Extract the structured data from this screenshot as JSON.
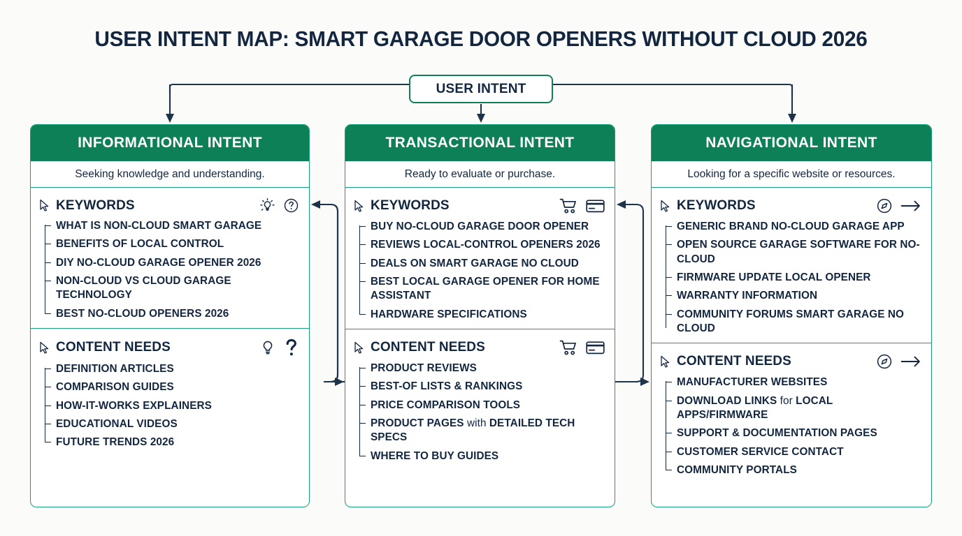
{
  "page": {
    "title": "USER INTENT MAP: SMART GARAGE DOOR OPENERS WITHOUT CLOUD 2026",
    "root_node": "USER INTENT",
    "colors": {
      "header_green": "#0e8057",
      "border_green": "#16a07a",
      "text_navy": "#12263f",
      "background": "#fbfbfa"
    }
  },
  "columns": [
    {
      "header": "INFORMATIONAL INTENT",
      "subtitle": "Seeking knowledge and understanding.",
      "sections": [
        {
          "title": "KEYWORDS",
          "icons": [
            "cursor-icon",
            "lightbulb-icon",
            "question-circle-icon"
          ],
          "items": [
            "WHAT IS NON-CLOUD SMART GARAGE",
            "BENEFITS OF LOCAL CONTROL",
            "DIY NO-CLOUD GARAGE OPENER 2026",
            "NON-CLOUD VS CLOUD GARAGE TECHNOLOGY",
            "BEST NO-CLOUD OPENERS 2026"
          ]
        },
        {
          "title": "CONTENT NEEDS",
          "icons": [
            "cursor-icon",
            "lightbulb-icon",
            "question-mark-icon"
          ],
          "items": [
            "DEFINITION ARTICLES",
            "COMPARISON GUIDES",
            "HOW-IT-WORKS EXPLAINERS",
            "EDUCATIONAL VIDEOS",
            "FUTURE TRENDS 2026"
          ]
        }
      ]
    },
    {
      "header": "TRANSACTIONAL INTENT",
      "subtitle": "Ready to evaluate or purchase.",
      "sections": [
        {
          "title": "KEYWORDS",
          "icons": [
            "cursor-icon",
            "shopping-cart-icon",
            "credit-card-icon"
          ],
          "items": [
            "BUY NO-CLOUD GARAGE DOOR OPENER",
            "REVIEWS LOCAL-CONTROL OPENERS 2026",
            "DEALS ON SMART GARAGE NO CLOUD",
            "BEST LOCAL GARAGE OPENER FOR HOME ASSISTANT",
            "HARDWARE SPECIFICATIONS"
          ]
        },
        {
          "title": "CONTENT NEEDS",
          "icons": [
            "cursor-icon",
            "shopping-cart-icon",
            "credit-card-icon"
          ],
          "items": [
            "PRODUCT REVIEWS",
            "BEST-OF LISTS & RANKINGS",
            "PRICE COMPARISON TOOLS",
            "PRODUCT PAGES with DETAILED TECH SPECS",
            "WHERE TO BUY GUIDES"
          ]
        }
      ]
    },
    {
      "header": "NAVIGATIONAL INTENT",
      "subtitle": "Looking for a specific website or resources.",
      "sections": [
        {
          "title": "KEYWORDS",
          "icons": [
            "cursor-icon",
            "compass-icon",
            "arrow-right-icon"
          ],
          "items": [
            "GENERIC BRAND NO-CLOUD GARAGE APP",
            "OPEN SOURCE GARAGE SOFTWARE FOR NO-CLOUD",
            "FIRMWARE UPDATE LOCAL OPENER",
            "WARRANTY INFORMATION",
            "COMMUNITY FORUMS SMART GARAGE NO CLOUD"
          ]
        },
        {
          "title": "CONTENT NEEDS",
          "icons": [
            "cursor-icon",
            "compass-icon",
            "arrow-right-icon"
          ],
          "items": [
            "MANUFACTURER WEBSITES",
            "DOWNLOAD LINKS for LOCAL APPS/FIRMWARE",
            "SUPPORT & DOCUMENTATION PAGES",
            "CUSTOMER SERVICE CONTACT",
            "COMMUNITY PORTALS"
          ]
        }
      ]
    }
  ]
}
